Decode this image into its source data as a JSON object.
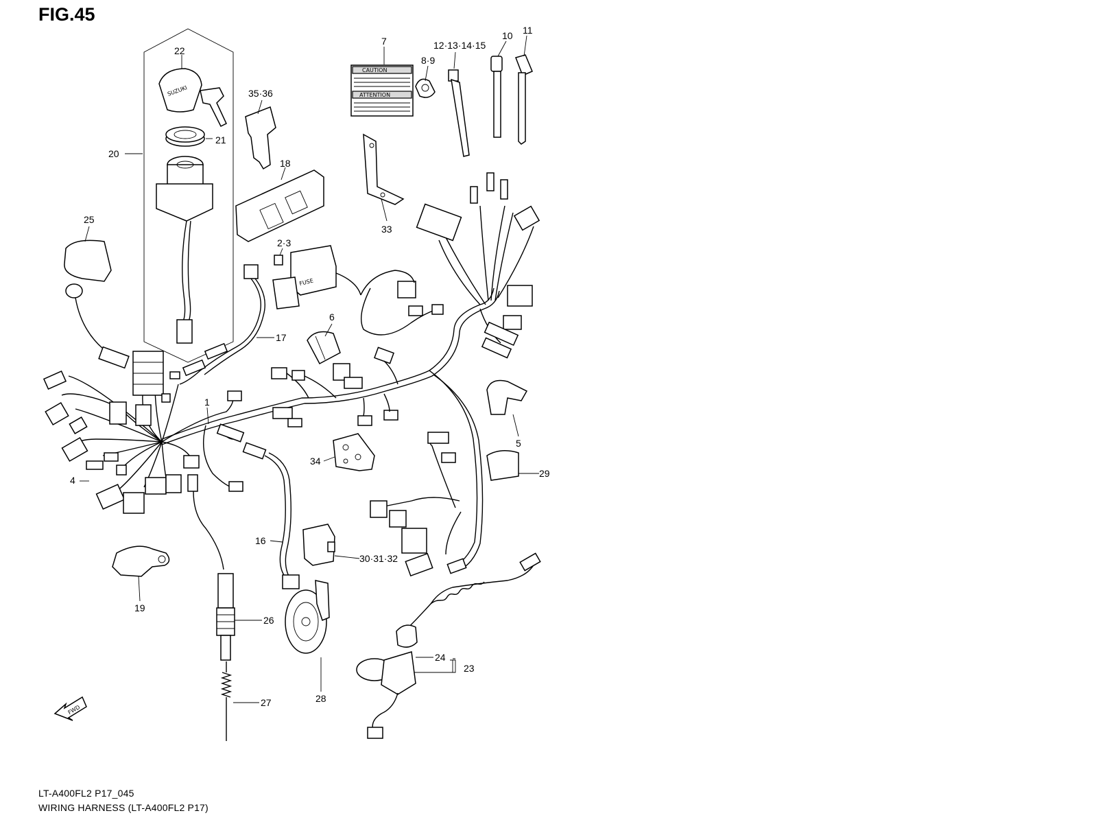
{
  "figure": {
    "title": "FIG.45"
  },
  "footer": {
    "code": "LT-A400FL2 P17_045",
    "caption": "WIRING HARNESS (LT-A400FL2 P17)"
  },
  "labels": {
    "caution": "CAUTION",
    "attention": "ATTENTION",
    "fuse": "FUSE",
    "brand": "SUZUKI",
    "fwd": "FWD"
  },
  "callouts": [
    {
      "id": "22",
      "text": "22"
    },
    {
      "id": "21",
      "text": "21"
    },
    {
      "id": "20",
      "text": "20"
    },
    {
      "id": "35-36",
      "text": "35·36"
    },
    {
      "id": "18",
      "text": "18"
    },
    {
      "id": "7",
      "text": "7"
    },
    {
      "id": "8-9",
      "text": "8·9"
    },
    {
      "id": "12-15",
      "text": "12·13·14·15"
    },
    {
      "id": "10",
      "text": "10"
    },
    {
      "id": "11",
      "text": "11"
    },
    {
      "id": "33",
      "text": "33"
    },
    {
      "id": "25",
      "text": "25"
    },
    {
      "id": "2-3",
      "text": "2·3"
    },
    {
      "id": "17",
      "text": "17"
    },
    {
      "id": "6",
      "text": "6"
    },
    {
      "id": "1",
      "text": "1"
    },
    {
      "id": "5",
      "text": "5"
    },
    {
      "id": "34",
      "text": "34"
    },
    {
      "id": "29",
      "text": "29"
    },
    {
      "id": "4",
      "text": "4"
    },
    {
      "id": "16",
      "text": "16"
    },
    {
      "id": "30-32",
      "text": "30·31·32"
    },
    {
      "id": "19",
      "text": "19"
    },
    {
      "id": "26",
      "text": "26"
    },
    {
      "id": "24",
      "text": "24"
    },
    {
      "id": "23",
      "text": "23"
    },
    {
      "id": "28",
      "text": "28"
    },
    {
      "id": "27",
      "text": "27"
    }
  ]
}
